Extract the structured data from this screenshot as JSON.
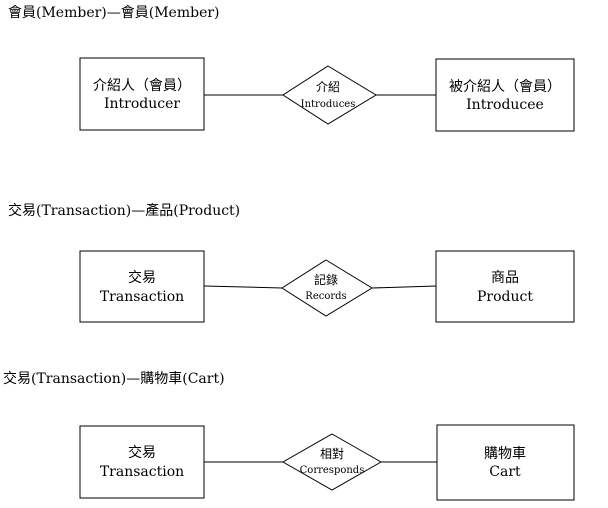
{
  "sections": [
    {
      "title": "會員(Member)—會員(Member)",
      "left_entity": {
        "line1": "介紹人（會員）",
        "line2": "Introducer"
      },
      "relationship": {
        "line1": "介紹",
        "line2": "Introduces"
      },
      "right_entity": {
        "line1": "被介紹人（會員）",
        "line2": "Introducee"
      }
    },
    {
      "title": "交易(Transaction)—產品(Product)",
      "left_entity": {
        "line1": "交易",
        "line2": "Transaction"
      },
      "relationship": {
        "line1": "記錄",
        "line2": "Records"
      },
      "right_entity": {
        "line1": "商品",
        "line2": "Product"
      }
    },
    {
      "title": "交易(Transaction)—購物車(Cart)",
      "left_entity": {
        "line1": "交易",
        "line2": "Transaction"
      },
      "relationship": {
        "line1": "相對",
        "line2": "Corresponds"
      },
      "right_entity": {
        "line1": "購物車",
        "line2": "Cart"
      }
    }
  ]
}
